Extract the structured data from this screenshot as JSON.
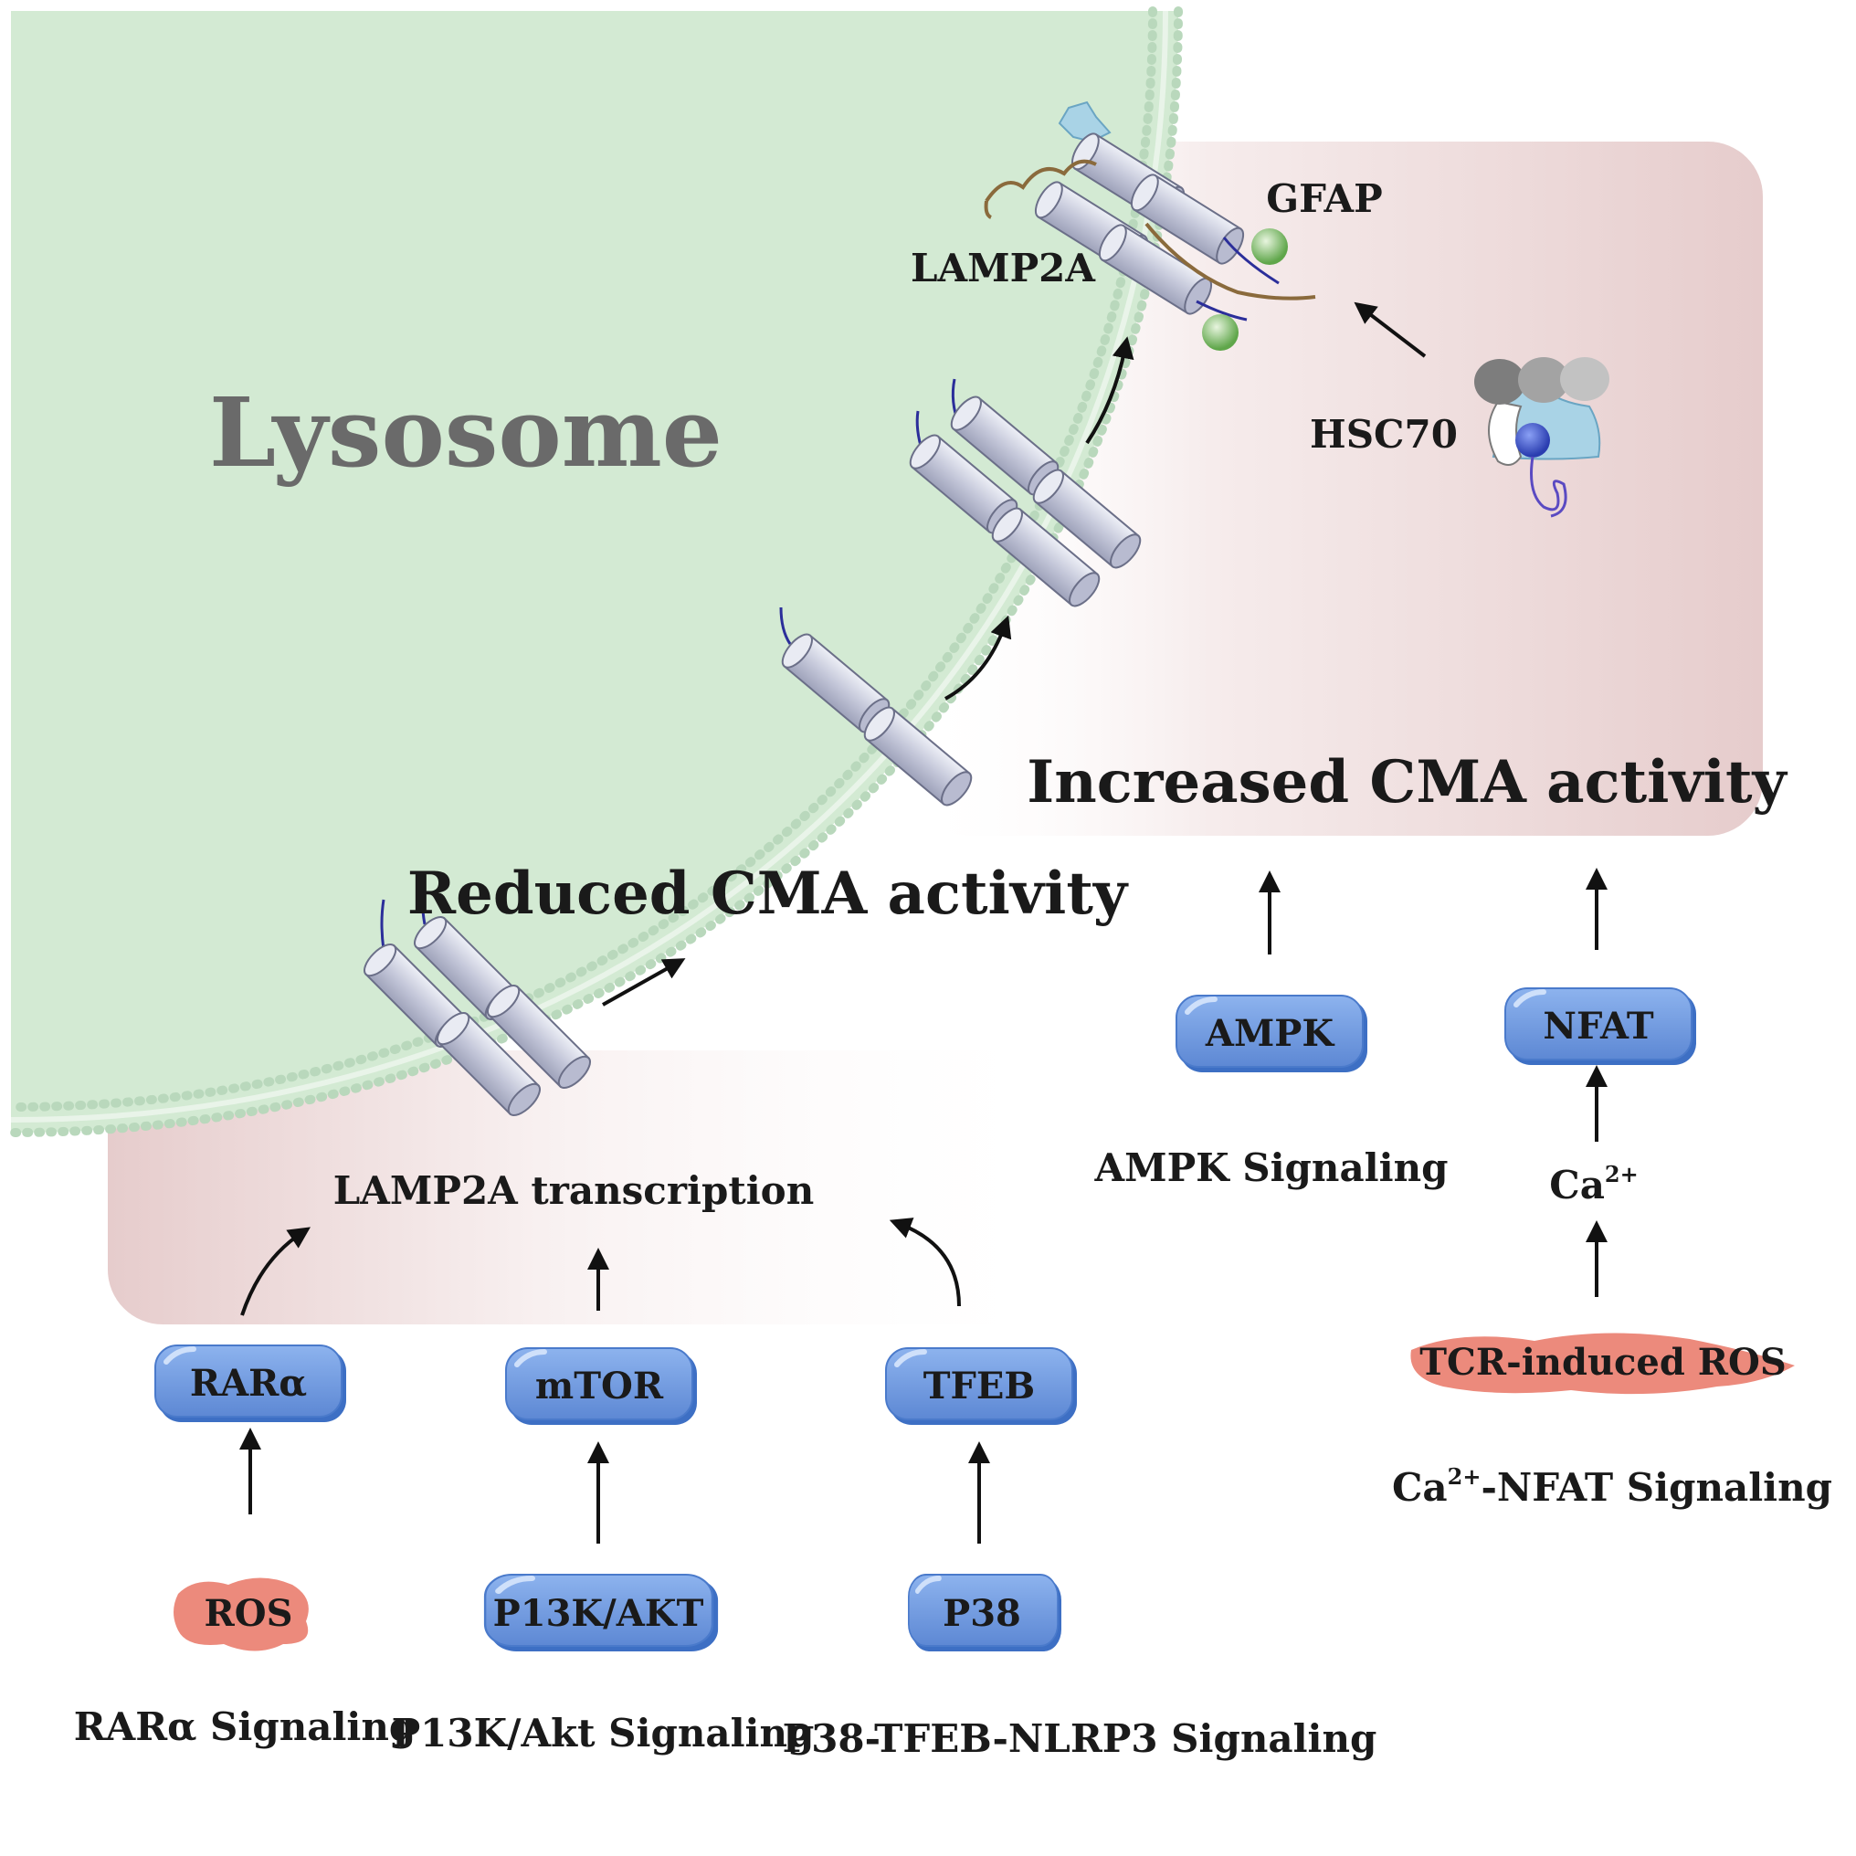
{
  "lysosome_label": "Lysosome",
  "increased_label": "Increased CMA activity",
  "reduced_label": "Reduced CMA activity",
  "lamp2a_label": "LAMP2A",
  "gfap_label": "GFAP",
  "hsc70_label": "HSC70",
  "transcription_label": "LAMP2A transcription",
  "nodes": {
    "rara": "RARα",
    "mtor": "mTOR",
    "tfeb": "TFEB",
    "ros": "ROS",
    "pi3k": "P13K/AKT",
    "p38": "P38",
    "ampk": "AMPK",
    "nfat": "NFAT",
    "tcr_ros": "TCR-induced ROS"
  },
  "ca_label": {
    "base": "Ca",
    "sup": "2+"
  },
  "pathways": {
    "rara": "RARα Signaling",
    "pi3k": "P13K/Akt Signaling",
    "p38": "P38-TFEB-NLRP3 Signaling",
    "ampk": "AMPK Signaling",
    "ca_nfat": {
      "base": "Ca",
      "sup": "2+",
      "rest": "-NFAT Signaling"
    }
  },
  "colors": {
    "lysosome_fill": "#d4ead3",
    "membrane": "#b9d6bc",
    "pill_fill": "#6f9be0",
    "pill_stroke": "#3d6fc4",
    "ros_fill": "#ec8a7c",
    "pink_band": "#e9cfcf",
    "gfap_ball": "#6fb25a",
    "cylinder": "#c9ccdd"
  }
}
